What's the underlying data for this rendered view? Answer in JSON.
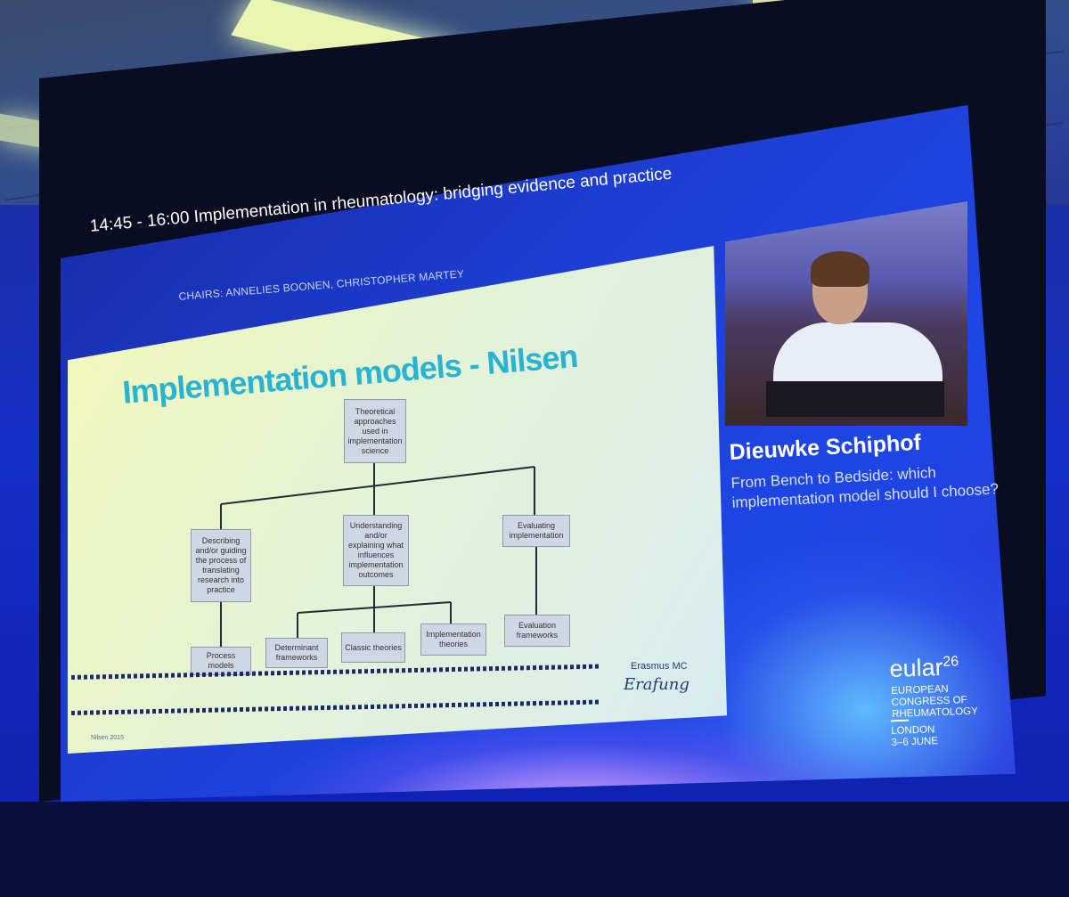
{
  "session": {
    "time_title": "14:45 - 16:00  Implementation in rheumatology: bridging evidence and practice",
    "chairs": "CHAIRS: ANNELIES BOONEN, CHRISTOPHER MARTEY"
  },
  "slide": {
    "title": "Implementation models - Nilsen",
    "diagram": {
      "root": "Theoretical approaches used in implementation science",
      "mid": [
        "Describing and/or guiding the process of translating research into practice",
        "Understanding and/or explaining what influences implementation outcomes",
        "Evaluating implementation"
      ],
      "leaves": [
        "Process models",
        "Determinant frameworks",
        "Classic theories",
        "Implementation theories",
        "Evaluation frameworks"
      ]
    },
    "logo_text": "Erasmus MC",
    "logo_signature": "Erafung",
    "reference": "Nilsen 2015"
  },
  "speaker": {
    "name": "Dieuwke Schiphof",
    "talk_title": "From Bench to Bedside: which implementation model should I choose?"
  },
  "branding": {
    "eular": "eular",
    "eular_year": "26",
    "congress": "EUROPEAN CONGRESS OF RHEUMATOLOGY",
    "city": "LONDON",
    "dates": "3–6 JUNE"
  },
  "colors": {
    "slide_title": "#27b3d3",
    "screen_blue": "#1d3ed2",
    "ceiling_light": "#e9f5b0"
  }
}
